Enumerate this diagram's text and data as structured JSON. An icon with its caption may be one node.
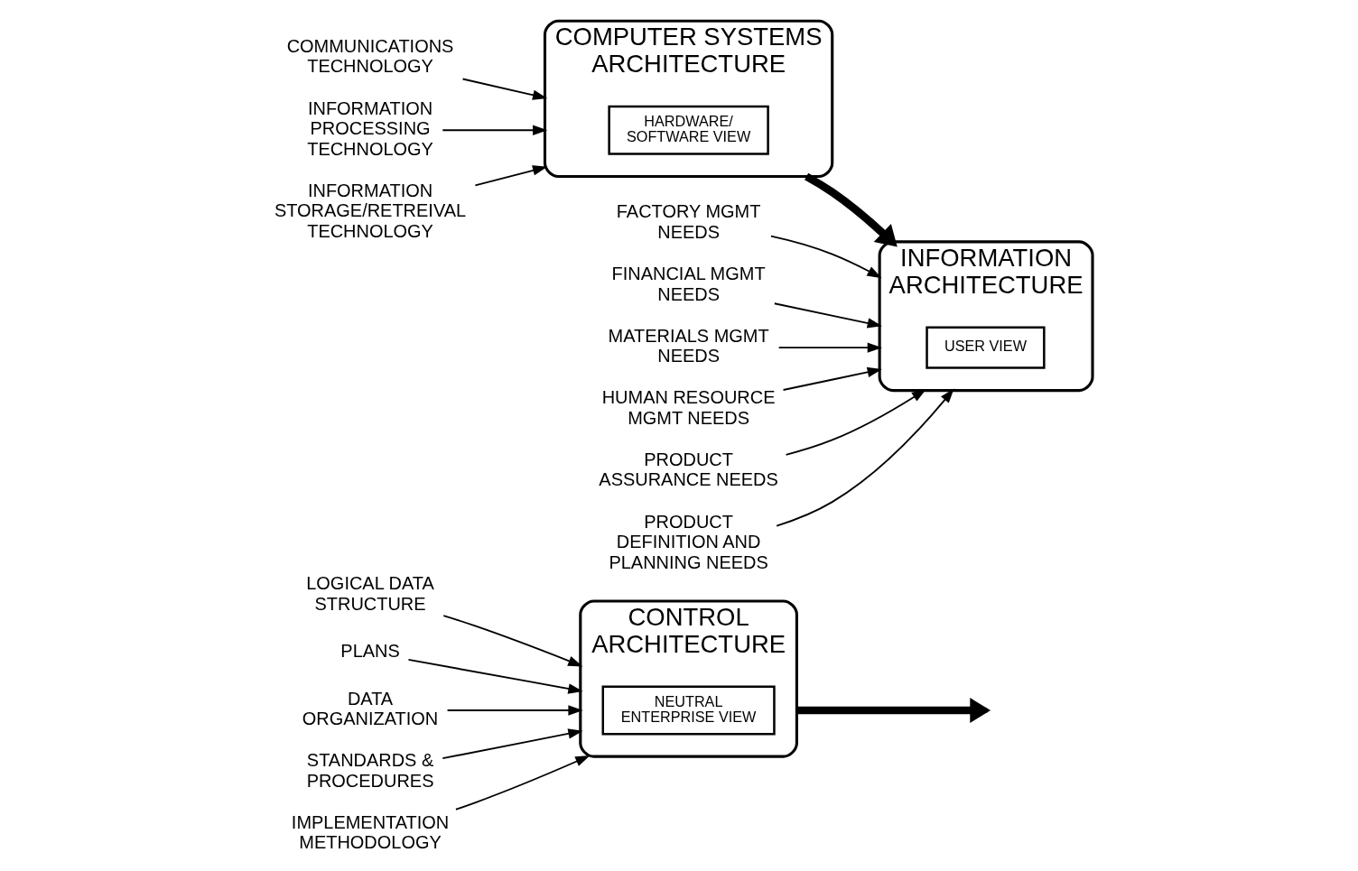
{
  "diagram": {
    "nodes": [
      {
        "text": [
          "CONTROL ARCHITECTURE"
        ]
      },
      {
        "text": [
          "NEUTRAL ENTERPRISE VIEW"
        ],
        "in": 0
      },
      {
        "text": [
          "INFORMATION ARCHITECTURE"
        ]
      },
      {
        "text": [
          "USER VIEW"
        ],
        "in": 2
      },
      {
        "text": [
          "COMPUTER SYSTEMS ARCHITECTURE"
        ]
      },
      {
        "text": [
          "HARDWARE/ SOFTWARE VIEW"
        ],
        "in": 4
      },
      {
        "text": [
          "LOGICAL DATA STRUCTURE"
        ]
      },
      {
        "text": [
          "PLANS"
        ]
      },
      {
        "text": [
          "DATA ORGANIZATION"
        ]
      },
      {
        "text": [
          "STANDARDS & PROCEDURES"
        ]
      },
      {
        "text": [
          "IMPLEMENTATION METHODOLOGY"
        ]
      },
      {
        "text": [
          "FACTORY MGMT NEEDS"
        ]
      },
      {
        "text": [
          "FINANCIAL MGMT NEEDS"
        ]
      },
      {
        "text": [
          "MATERIALS MGMT NEEDS"
        ]
      },
      {
        "text": [
          "HUMAN RESOURCE MGMT NEEDS"
        ]
      },
      {
        "text": [
          "PRODUCT ASSURANCE NEEDS"
        ]
      },
      {
        "text": [
          "PRODUCT DEFINITION AND PLANNING NEEDS"
        ]
      },
      {
        "text": [
          "COMMUNICATIONS TECHNOLOGY"
        ]
      },
      {
        "text": [
          "INFORMATION PROCESSING TECHNOLOGY"
        ]
      },
      {
        "text": [
          "INFORMATION STORAGE/RETREIVAL TECHNOLOGY"
        ]
      }
    ],
    "edges": [
      {
        "from": 6,
        "to": 0,
        "arrow": "to"
      },
      {
        "from": 7,
        "to": 0,
        "arrow": "to"
      },
      {
        "from": 8,
        "to": 0,
        "arrow": "to"
      },
      {
        "from": 9,
        "to": 0,
        "arrow": "to"
      },
      {
        "from": 10,
        "to": 0,
        "arrow": "to"
      },
      {
        "from": 11,
        "to": 2,
        "arrow": "to"
      },
      {
        "from": 12,
        "to": 2,
        "arrow": "to"
      },
      {
        "from": 13,
        "to": 2,
        "arrow": "to"
      },
      {
        "from": 14,
        "to": 2,
        "arrow": "to"
      },
      {
        "from": 15,
        "to": 2,
        "arrow": "to"
      },
      {
        "from": 16,
        "to": 2,
        "arrow": "to"
      },
      {
        "from": 17,
        "to": 4,
        "arrow": "to"
      },
      {
        "from": 18,
        "to": 4,
        "arrow": "to"
      },
      {
        "from": 19,
        "to": 4,
        "arrow": "to"
      },
      {
        "from": 0,
        "to": null,
        "arrow": "to",
        "style": "thick"
      },
      {
        "from": 4,
        "to": 2,
        "arrow": "to",
        "style": "thick"
      }
    ]
  }
}
